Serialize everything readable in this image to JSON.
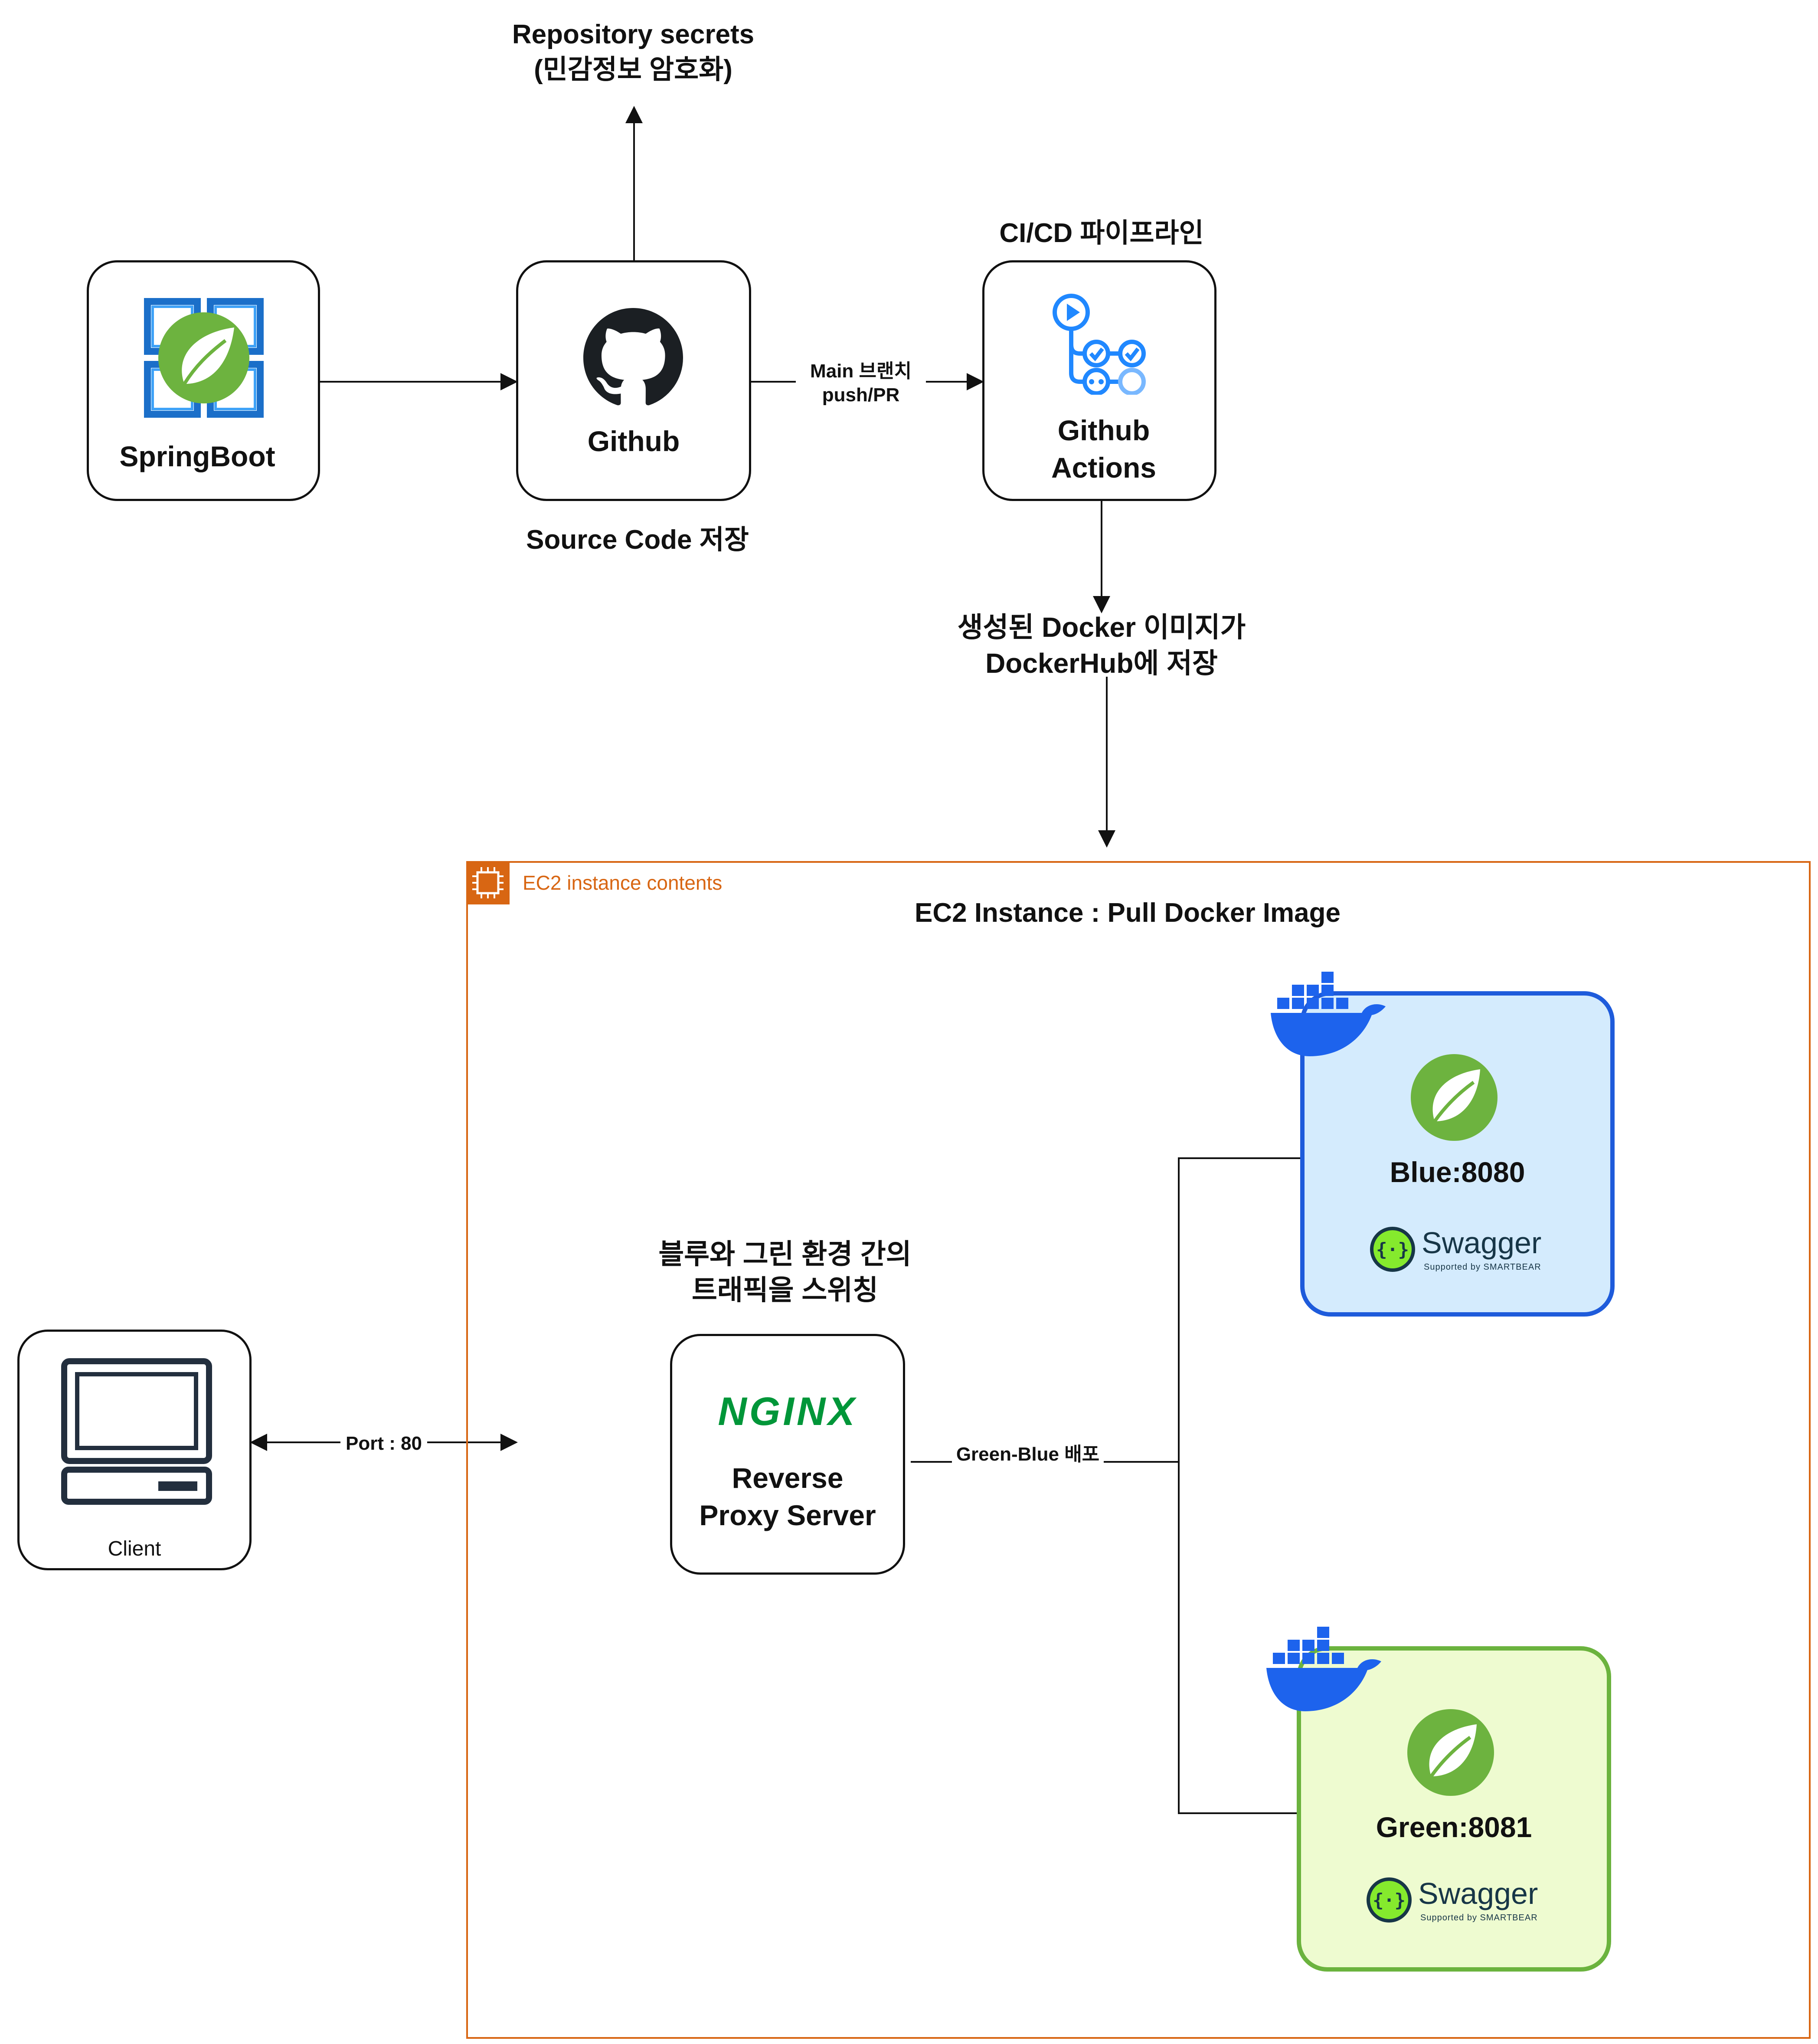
{
  "nodes": {
    "springboot": {
      "label": "SpringBoot"
    },
    "github": {
      "label": "Github",
      "caption": "Source Code 저장"
    },
    "secrets": {
      "line1": "Repository secrets",
      "line2": "(민감정보 암호화)"
    },
    "actions": {
      "title": "CI/CD 파이프라인",
      "line1": "Github",
      "line2": "Actions"
    },
    "dockerhub": {
      "line1": "생성된 Docker 이미지가",
      "line2": "DockerHub에 저장"
    },
    "ec2": {
      "group_label": "EC2 instance contents",
      "title": "EC2 Instance : Pull Docker Image"
    },
    "nginx": {
      "logo": "NGINX",
      "line1": "Reverse",
      "line2": "Proxy Server",
      "note1": "블루와 그린 환경 간의",
      "note2": "트래픽을 스위칭"
    },
    "blue": {
      "label": "Blue:8080",
      "swagger": "Swagger",
      "swagger_sub": "Supported by SMARTBEAR"
    },
    "green": {
      "label": "Green:8081",
      "swagger": "Swagger",
      "swagger_sub": "Supported by SMARTBEAR"
    },
    "client": {
      "label": "Client"
    }
  },
  "edges": {
    "push": {
      "line1": "Main 브랜치",
      "line2": "push/PR"
    },
    "port": {
      "label": "Port : 80"
    },
    "deploy": {
      "label": "Green-Blue 배포"
    }
  },
  "colors": {
    "ec2_border": "#D86613",
    "blue_fill": "#D4EBFD",
    "blue_border": "#1E5BDB",
    "green_fill": "#EEFBD0",
    "green_border": "#6BB33E",
    "spring_green": "#6DB33F",
    "docker_blue": "#1D63ED",
    "nginx_green": "#009639",
    "swagger_green": "#85EA2D"
  }
}
